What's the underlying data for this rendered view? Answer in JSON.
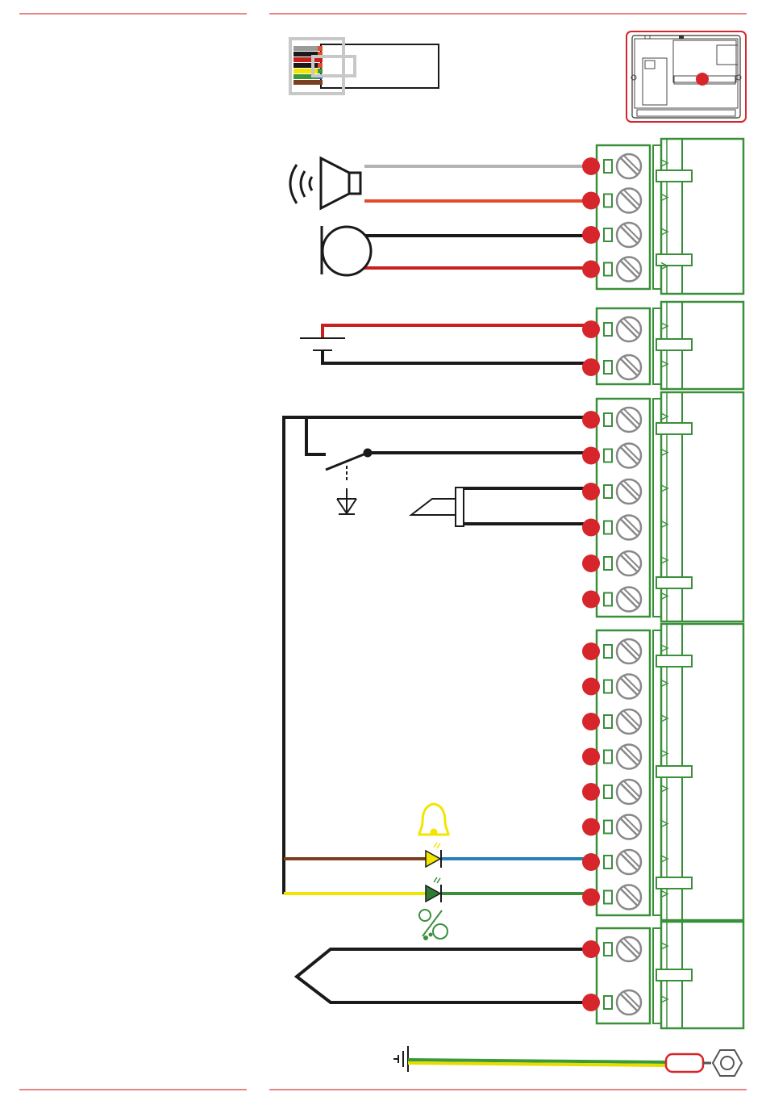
{
  "colors": {
    "accent_red": "#d7262b",
    "rule_red": "#d93a3a",
    "terminal_green": "#3a8f3a",
    "wire_grey": "#b3b3b3",
    "wire_orange": "#e64a2a",
    "wire_red": "#c8201c",
    "wire_black": "#1a1a1a",
    "wire_brown": "#7a3e20",
    "wire_blue": "#2a7fb5",
    "wire_yellow": "#f2e500",
    "wire_green": "#3a8f3a",
    "led_yellow": "#f2e500",
    "led_green": "#2f7d32",
    "ground_green": "#3a9a3a",
    "ground_yellow": "#e6dc00"
  },
  "ribbon_colors": [
    "#9a9a9a",
    "#e64a2a",
    "#1a1a1a",
    "#c8201c",
    "#f2e500",
    "#3a9a3a",
    "#2a7fb5",
    "#7a3e20"
  ],
  "terminal_blocks": [
    {
      "id": "audio",
      "terminals": 4
    },
    {
      "id": "power",
      "terminals": 2
    },
    {
      "id": "inputs",
      "terminals": 6
    },
    {
      "id": "outputs",
      "terminals": 8
    },
    {
      "id": "sensor",
      "terminals": 2
    }
  ],
  "icons": {
    "speaker": "speaker-icon",
    "microphone": "microphone-icon",
    "battery": "battery-icon",
    "switch": "switch-icon",
    "ground": "ground-icon",
    "probe": "probe-icon",
    "bell": "bell-icon",
    "led_yellow": "yellow-led-icon",
    "led_green": "green-led-icon",
    "percent": "percent-icon",
    "sensor": "sensor-icon",
    "earth": "earth-ground-icon",
    "ring_terminal": "ring-terminal-icon",
    "device": "device-thumbnail-icon",
    "ribbon": "ribbon-connector-icon"
  }
}
